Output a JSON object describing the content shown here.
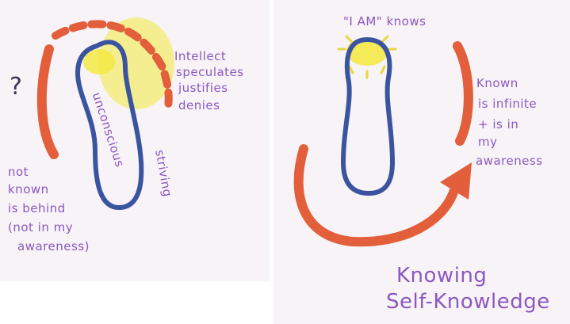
{
  "colors": {
    "orange": "#e35e3a",
    "blue": "#3a54a0",
    "yellow": "#f4e93c",
    "purple": "#8c58c0",
    "paper": "#f7f3f6"
  },
  "left_panel": {
    "question_mark": "?",
    "intellect_lines": [
      "Intellect",
      "speculates",
      "justifies",
      "denies"
    ],
    "unconscious_text": "unconscious",
    "striving_text": "striving",
    "not_known_lines": [
      "not",
      "known",
      "is behind",
      "(not in my",
      "awareness)"
    ]
  },
  "right_panel": {
    "i_am_knows": "\"I AM\" knows",
    "known_lines": [
      "Known",
      "is infinite",
      "+ is in",
      "my",
      "awareness"
    ],
    "knowing": "Knowing",
    "self_knowledge": "Self-Knowledge"
  }
}
